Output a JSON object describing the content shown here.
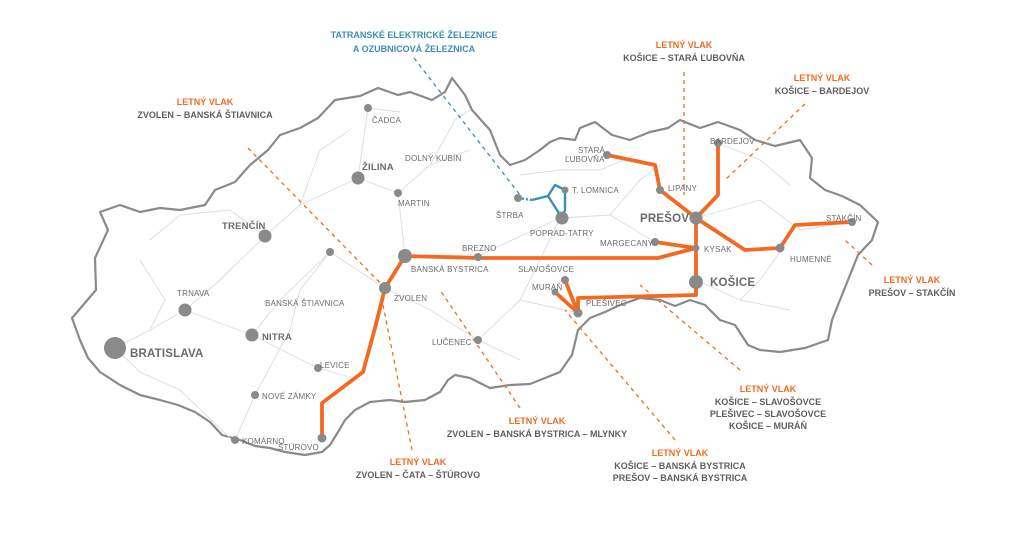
{
  "colors": {
    "route": "#f26a21",
    "tatra": "#3b8fb5",
    "border": "#8a8a8a",
    "roads": "#d9d9d9",
    "city": "#8a8a8a",
    "label": "#6b6b6b"
  },
  "cities": {
    "bratislava": "BRATISLAVA",
    "trnava": "TRNAVA",
    "nitra": "NITRA",
    "trencin": "TRENČÍN",
    "zilina": "ŽILINA",
    "cadca": "ČADCA",
    "dolny_kubin": "DOLNÝ KUBÍN",
    "martin": "MARTIN",
    "banska_bystrica": "BANSKÁ BYSTRICA",
    "banska_stiavnica": "BANSKÁ ŠTIAVNICA",
    "zvolen": "ZVOLEN",
    "lucenec": "LUČENEC",
    "levice": "LEVICE",
    "nove_zamky": "NOVÉ ZÁMKY",
    "komarno": "KOMÁRNO",
    "sturovo": "ŠTÚROVO",
    "brezno": "BREZNO",
    "strba": "ŠTRBA",
    "poprad_tatry": "POPRAD-TATRY",
    "t_lomnica": "T. LOMNICA",
    "stara_lubovna_1": "STARÁ",
    "stara_lubovna_2": "ĽUBOVŇA",
    "lipany": "LIPANY",
    "presov": "PREŠOV",
    "bardejov": "BARDEJOV",
    "margecany": "MARGECANY",
    "kysak": "KYSAK",
    "kosice": "KOŠICE",
    "humenne": "HUMENNÉ",
    "stakcin": "STAKČÍN",
    "slavosovce": "SLAVOŠOVCE",
    "muran": "MURÁŇ",
    "plesivec": "PLEŠIVEC"
  },
  "annotations": {
    "tatra": {
      "line1": "TATRANSKÉ ELEKTRICKÉ ŽELEZNICE",
      "line2": "A OZUBNICOVÁ ŽELEZNICA"
    },
    "stara_lubovna": {
      "title": "LETNÝ VLAK",
      "line1": "KOŠICE – STARÁ ĽUBOVŇA"
    },
    "bardejov": {
      "title": "LETNÝ VLAK",
      "line1": "KOŠICE – BARDEJOV"
    },
    "stiavnica": {
      "title": "LETNÝ VLAK",
      "line1": "ZVOLEN – BANSKÁ ŠTIAVNICA"
    },
    "stakcin": {
      "title": "LETNÝ VLAK",
      "line1": "PREŠOV – STAKČÍN"
    },
    "slavosovce": {
      "title": "LETNÝ VLAK",
      "line1": "KOŠICE – SLAVOŠOVCE",
      "line2": "PLEŠIVEC – SLAVOŠOVCE",
      "line3": "KOŠICE – MURÁŇ"
    },
    "mlynky": {
      "title": "LETNÝ VLAK",
      "line1": "ZVOLEN – BANSKÁ BYSTRICA – MLYNKY"
    },
    "bystrica": {
      "title": "LETNÝ VLAK",
      "line1": "KOŠICE – BANSKÁ BYSTRICA",
      "line2": "PREŠOV – BANSKÁ BYSTRICA"
    },
    "sturovo": {
      "title": "LETNÝ VLAK",
      "line1": "ZVOLEN – ČATA – ŠTÚROVO"
    }
  }
}
